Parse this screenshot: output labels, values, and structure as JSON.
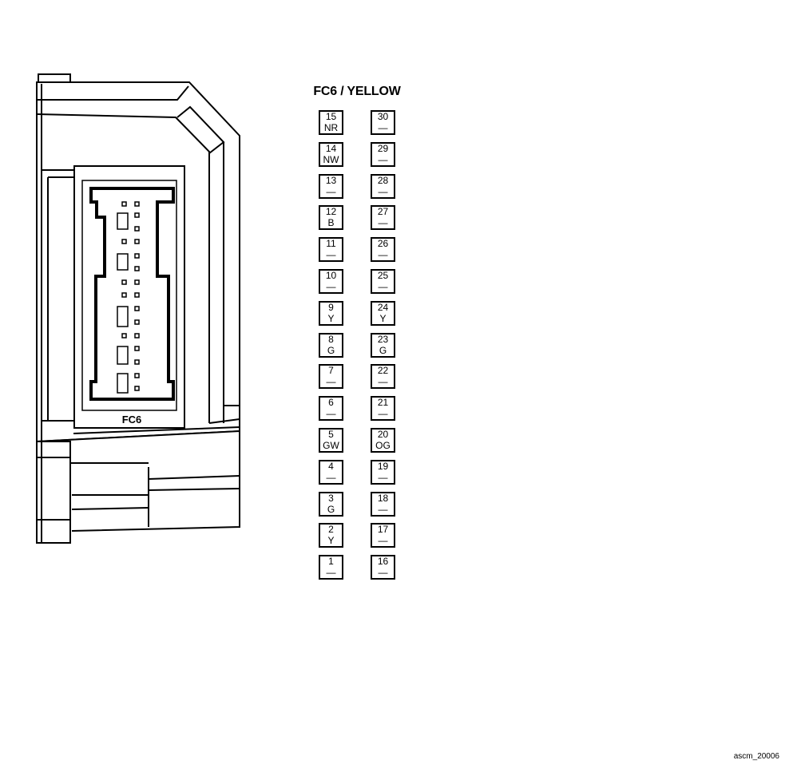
{
  "connector": {
    "title": "FC6 / YELLOW",
    "label": "FC6",
    "left_column": [
      {
        "pin": "15",
        "wire": "NR"
      },
      {
        "pin": "14",
        "wire": "NW"
      },
      {
        "pin": "13",
        "wire": "—"
      },
      {
        "pin": "12",
        "wire": "B"
      },
      {
        "pin": "11",
        "wire": "—"
      },
      {
        "pin": "10",
        "wire": "—"
      },
      {
        "pin": "9",
        "wire": "Y"
      },
      {
        "pin": "8",
        "wire": "G"
      },
      {
        "pin": "7",
        "wire": "—"
      },
      {
        "pin": "6",
        "wire": "—"
      },
      {
        "pin": "5",
        "wire": "GW"
      },
      {
        "pin": "4",
        "wire": "—"
      },
      {
        "pin": "3",
        "wire": "G"
      },
      {
        "pin": "2",
        "wire": "Y"
      },
      {
        "pin": "1",
        "wire": "—"
      }
    ],
    "right_column": [
      {
        "pin": "30",
        "wire": "—"
      },
      {
        "pin": "29",
        "wire": "—"
      },
      {
        "pin": "28",
        "wire": "—"
      },
      {
        "pin": "27",
        "wire": "—"
      },
      {
        "pin": "26",
        "wire": "—"
      },
      {
        "pin": "25",
        "wire": "—"
      },
      {
        "pin": "24",
        "wire": "Y"
      },
      {
        "pin": "23",
        "wire": "G"
      },
      {
        "pin": "22",
        "wire": "—"
      },
      {
        "pin": "21",
        "wire": "—"
      },
      {
        "pin": "20",
        "wire": "OG"
      },
      {
        "pin": "19",
        "wire": "—"
      },
      {
        "pin": "18",
        "wire": "—"
      },
      {
        "pin": "17",
        "wire": "—"
      },
      {
        "pin": "16",
        "wire": "—"
      }
    ]
  },
  "footer": {
    "image_id": "ascm_20006"
  }
}
